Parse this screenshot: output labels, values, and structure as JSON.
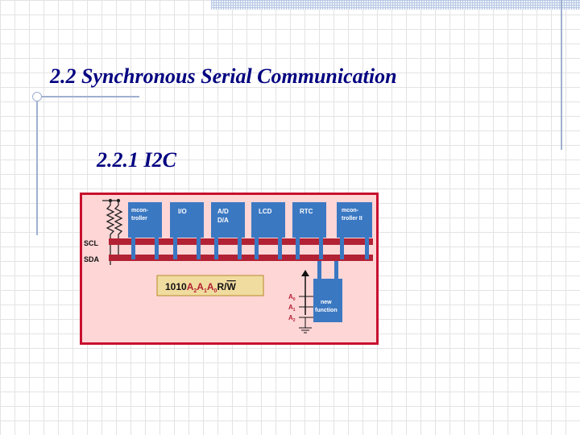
{
  "slide": {
    "title": "2.2 Synchronous Serial Communication",
    "subtitle": "2.2.1 I2C"
  },
  "diagram": {
    "bus_lines": {
      "scl": "SCL",
      "sda": "SDA"
    },
    "devices": [
      {
        "id": "mcu1",
        "line1": "mcon-",
        "line2": "troller"
      },
      {
        "id": "io",
        "line1": "I/O",
        "line2": ""
      },
      {
        "id": "adda",
        "line1": "A/D",
        "line2": "D/A"
      },
      {
        "id": "lcd",
        "line1": "LCD",
        "line2": ""
      },
      {
        "id": "rtc",
        "line1": "RTC",
        "line2": ""
      },
      {
        "id": "mcu2",
        "line1": "mcon-",
        "line2": "troller II"
      }
    ],
    "address": {
      "prefix": "1010",
      "a": "A",
      "s2": "2",
      "s1": "1",
      "s0": "0",
      "rw": "R/",
      "w": "W"
    },
    "new_device": {
      "line1": "new",
      "line2": "function"
    },
    "pins": [
      {
        "base": "A",
        "sub": "0"
      },
      {
        "base": "A",
        "sub": "1"
      },
      {
        "base": "A",
        "sub": "2"
      }
    ],
    "colors": {
      "background": "#ffd6d6",
      "frame": "#c8102e",
      "bus": "#b22234",
      "device": "#3b78c2",
      "device_text": "#ffffff",
      "address_box": "#f1dca0",
      "address_border": "#b48a2a"
    }
  }
}
